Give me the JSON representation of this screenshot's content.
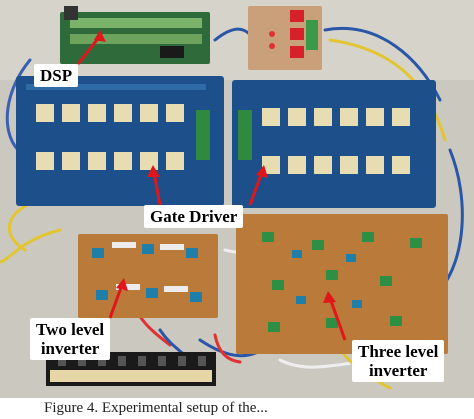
{
  "figure": {
    "labels": {
      "dsp": "DSP",
      "gate_driver": "Gate Driver",
      "two_level_line1": "Two level",
      "two_level_line2": "inverter",
      "three_level_line1": "Three level",
      "three_level_line2": "inverter"
    },
    "caption": "Figure 4. Experimental setup of the..."
  },
  "colors": {
    "background": "#c9c6bd",
    "driver_board": "#1d4f8a",
    "inverter_board": "#b97a3a",
    "dsp_board": "#2f6b3a",
    "arrow": "#e0161a"
  }
}
